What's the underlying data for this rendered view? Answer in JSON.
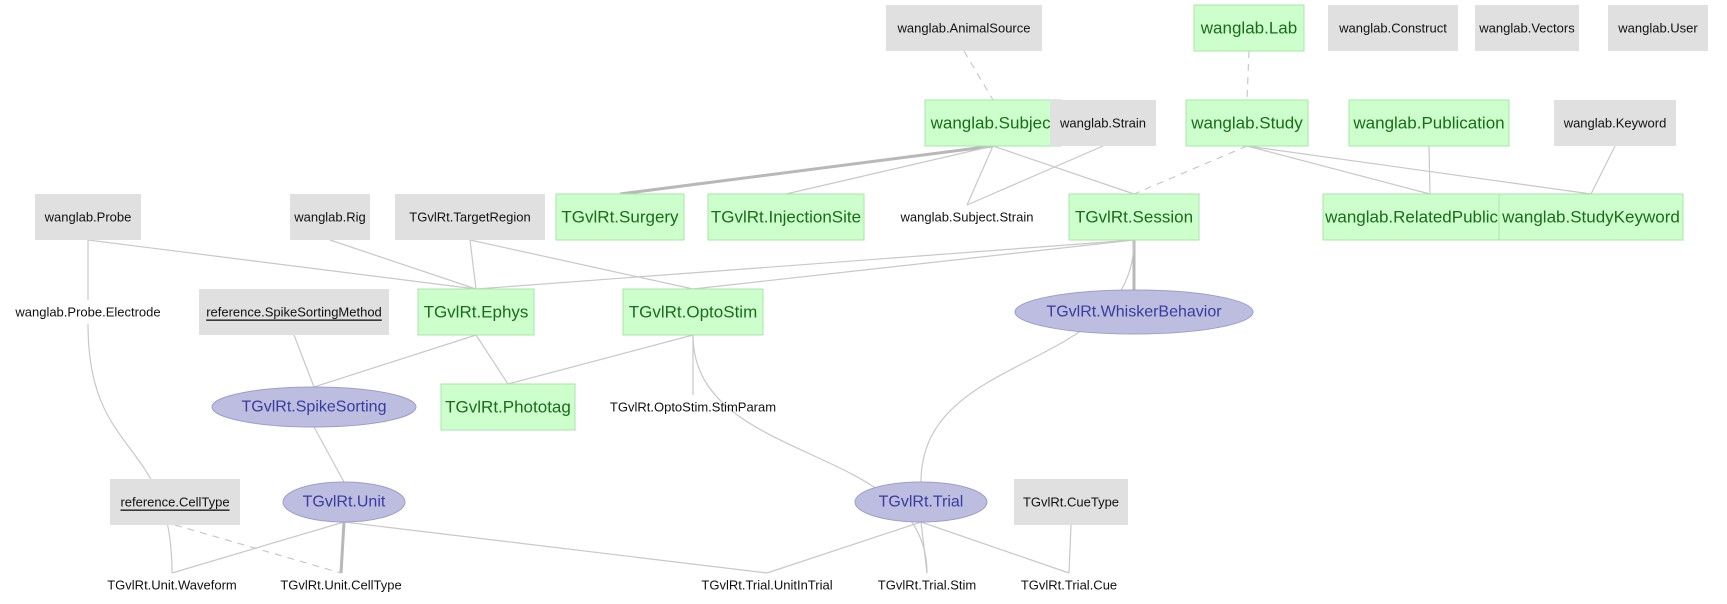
{
  "nodes": [
    {
      "id": "animalsource",
      "label": "wanglab.AnimalSource",
      "tier": "manual"
    },
    {
      "id": "lab",
      "label": "wanglab.Lab",
      "tier": "imported"
    },
    {
      "id": "construct",
      "label": "wanglab.Construct",
      "tier": "manual"
    },
    {
      "id": "vectors",
      "label": "wanglab.Vectors",
      "tier": "manual"
    },
    {
      "id": "user",
      "label": "wanglab.User",
      "tier": "manual"
    },
    {
      "id": "subject",
      "label": "wanglab.Subject",
      "tier": "imported"
    },
    {
      "id": "strain",
      "label": "wanglab.Strain",
      "tier": "manual"
    },
    {
      "id": "study",
      "label": "wanglab.Study",
      "tier": "imported"
    },
    {
      "id": "publication",
      "label": "wanglab.Publication",
      "tier": "imported"
    },
    {
      "id": "keyword",
      "label": "wanglab.Keyword",
      "tier": "manual"
    },
    {
      "id": "probe",
      "label": "wanglab.Probe",
      "tier": "manual"
    },
    {
      "id": "rig",
      "label": "wanglab.Rig",
      "tier": "manual"
    },
    {
      "id": "targetregion",
      "label": "TGvlRt.TargetRegion",
      "tier": "manual"
    },
    {
      "id": "surgery",
      "label": "TGvlRt.Surgery",
      "tier": "imported"
    },
    {
      "id": "injectionsite",
      "label": "TGvlRt.InjectionSite",
      "tier": "imported"
    },
    {
      "id": "subjectstrain",
      "label": "wanglab.Subject.Strain",
      "tier": "part"
    },
    {
      "id": "session",
      "label": "TGvlRt.Session",
      "tier": "imported"
    },
    {
      "id": "relatedpub",
      "label": "wanglab.RelatedPublication",
      "tier": "imported"
    },
    {
      "id": "studykeyword",
      "label": "wanglab.StudyKeyword",
      "tier": "imported"
    },
    {
      "id": "probeelectrode",
      "label": "wanglab.Probe.Electrode",
      "tier": "part"
    },
    {
      "id": "spikesortingmethod",
      "label": "reference.SpikeSortingMethod",
      "tier": "lookup"
    },
    {
      "id": "ephys",
      "label": "TGvlRt.Ephys",
      "tier": "imported"
    },
    {
      "id": "optostim",
      "label": "TGvlRt.OptoStim",
      "tier": "imported"
    },
    {
      "id": "whisker",
      "label": "TGvlRt.WhiskerBehavior",
      "tier": "computed"
    },
    {
      "id": "spikesorting",
      "label": "TGvlRt.SpikeSorting",
      "tier": "computed"
    },
    {
      "id": "phototag",
      "label": "TGvlRt.Phototag",
      "tier": "imported"
    },
    {
      "id": "stimparam",
      "label": "TGvlRt.OptoStim.StimParam",
      "tier": "part"
    },
    {
      "id": "celltype",
      "label": "reference.CellType",
      "tier": "lookup"
    },
    {
      "id": "unit",
      "label": "TGvlRt.Unit",
      "tier": "computed"
    },
    {
      "id": "trial",
      "label": "TGvlRt.Trial",
      "tier": "computed"
    },
    {
      "id": "cuetype",
      "label": "TGvlRt.CueType",
      "tier": "manual"
    },
    {
      "id": "waveform",
      "label": "TGvlRt.Unit.Waveform",
      "tier": "part"
    },
    {
      "id": "unitcelltype",
      "label": "TGvlRt.Unit.CellType",
      "tier": "part"
    },
    {
      "id": "unitintrial",
      "label": "TGvlRt.Trial.UnitInTrial",
      "tier": "part"
    },
    {
      "id": "trialstim",
      "label": "TGvlRt.Trial.Stim",
      "tier": "part"
    },
    {
      "id": "trialcue",
      "label": "TGvlRt.Trial.Cue",
      "tier": "part"
    }
  ],
  "edges": [
    {
      "from": "animalsource",
      "to": "subject",
      "style": "dashed"
    },
    {
      "from": "lab",
      "to": "study",
      "style": "dashed"
    },
    {
      "from": "subject",
      "to": "surgery",
      "style": "thick"
    },
    {
      "from": "subject",
      "to": "injectionsite",
      "style": "thin"
    },
    {
      "from": "subject",
      "to": "subjectstrain",
      "style": "thin"
    },
    {
      "from": "strain",
      "to": "subjectstrain",
      "style": "thin"
    },
    {
      "from": "subject",
      "to": "session",
      "style": "thin"
    },
    {
      "from": "study",
      "to": "session",
      "style": "dashed"
    },
    {
      "from": "study",
      "to": "relatedpub",
      "style": "thin"
    },
    {
      "from": "publication",
      "to": "relatedpub",
      "style": "thin"
    },
    {
      "from": "study",
      "to": "studykeyword",
      "style": "thin"
    },
    {
      "from": "keyword",
      "to": "studykeyword",
      "style": "thin"
    },
    {
      "from": "probe",
      "to": "ephys",
      "style": "thin"
    },
    {
      "from": "rig",
      "to": "ephys",
      "style": "thin"
    },
    {
      "from": "targetregion",
      "to": "ephys",
      "style": "thin"
    },
    {
      "from": "targetregion",
      "to": "optostim",
      "style": "thin"
    },
    {
      "from": "session",
      "to": "ephys",
      "style": "thin"
    },
    {
      "from": "session",
      "to": "optostim",
      "style": "thin"
    },
    {
      "from": "session",
      "to": "whisker",
      "style": "thick"
    },
    {
      "from": "session",
      "to": "trial",
      "style": "thin"
    },
    {
      "from": "probe",
      "to": "probeelectrode",
      "style": "thin"
    },
    {
      "from": "probeelectrode",
      "to": "waveform",
      "style": "thin"
    },
    {
      "from": "spikesortingmethod",
      "to": "spikesorting",
      "style": "thin"
    },
    {
      "from": "ephys",
      "to": "spikesorting",
      "style": "thin"
    },
    {
      "from": "ephys",
      "to": "phototag",
      "style": "thin"
    },
    {
      "from": "optostim",
      "to": "phototag",
      "style": "thin"
    },
    {
      "from": "optostim",
      "to": "stimparam",
      "style": "thin"
    },
    {
      "from": "optostim",
      "to": "trialstim",
      "style": "thin"
    },
    {
      "from": "spikesorting",
      "to": "unit",
      "style": "thin"
    },
    {
      "from": "unit",
      "to": "waveform",
      "style": "thin"
    },
    {
      "from": "unit",
      "to": "unitcelltype",
      "style": "thick"
    },
    {
      "from": "celltype",
      "to": "unitcelltype",
      "style": "dashed"
    },
    {
      "from": "unit",
      "to": "unitintrial",
      "style": "thin"
    },
    {
      "from": "trial",
      "to": "unitintrial",
      "style": "thin"
    },
    {
      "from": "trial",
      "to": "trialstim",
      "style": "thin"
    },
    {
      "from": "trial",
      "to": "trialcue",
      "style": "thin"
    },
    {
      "from": "cuetype",
      "to": "trialcue",
      "style": "thin"
    }
  ],
  "colors": {
    "manual_fill": "#e0e0e0",
    "imported_fill": "#ccffcc",
    "imported_text": "#1a6b1a",
    "computed_fill": "#bdbde0",
    "computed_text": "#3a3aa0",
    "edge": "#c8c8c8"
  }
}
